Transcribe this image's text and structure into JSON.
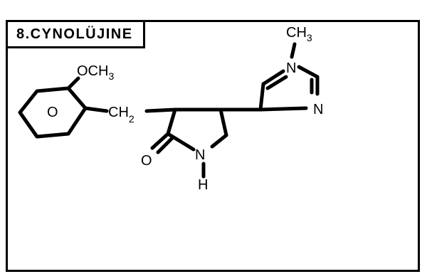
{
  "card": {
    "title": "8.CYNOLÜJINE"
  },
  "molecule": {
    "ring_label": "O",
    "methoxy": "OCH",
    "methoxy_sub": "3",
    "methylene": "CH",
    "methylene_sub": "2",
    "carbonyl_oxygen": "O",
    "amide_nitrogen": "N",
    "amide_hydrogen": "H",
    "imidazole_n1": "N",
    "imidazole_n3": "N",
    "n_methyl": "CH",
    "n_methyl_sub": "3"
  }
}
